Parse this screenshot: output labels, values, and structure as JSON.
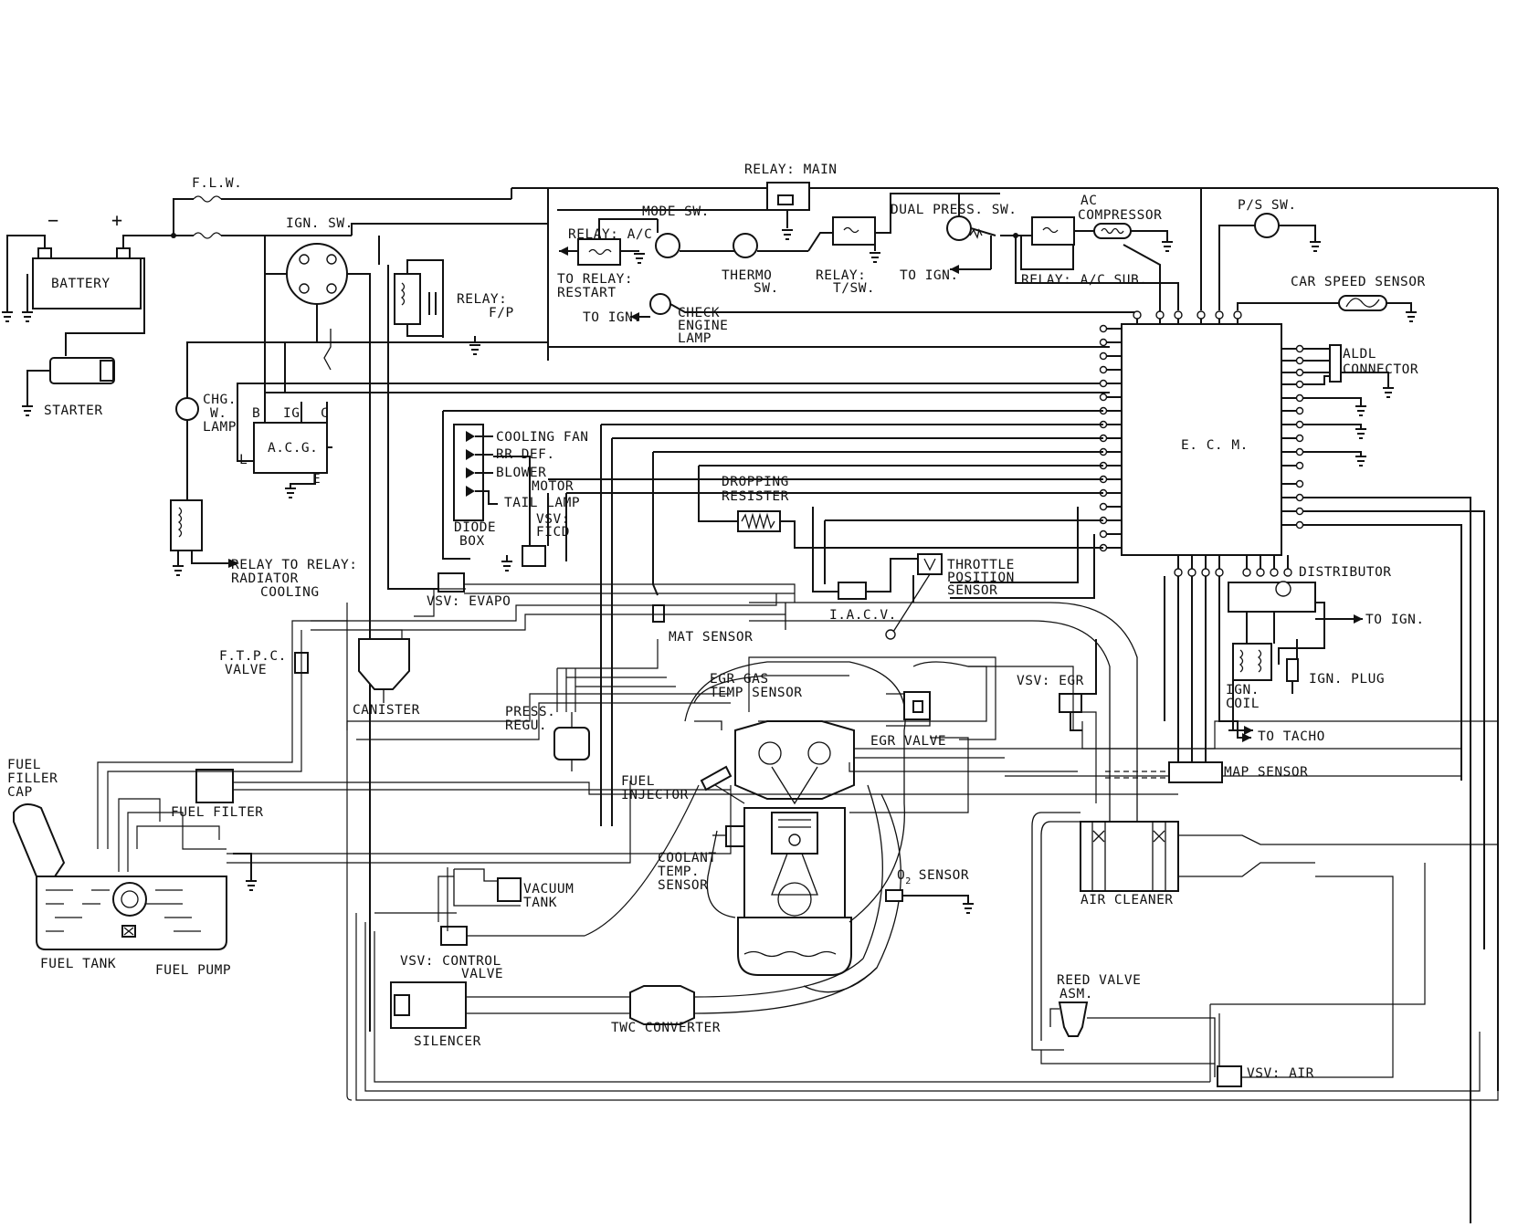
{
  "labels": {
    "battery": "BATTERY",
    "minus": "−",
    "plus": "+",
    "starter": "STARTER",
    "flw": "F.L.W.",
    "ign_sw": "IGN. SW.",
    "relay_main": "RELAY: MAIN",
    "mode_sw": "MODE SW.",
    "dual_press_sw": "DUAL PRESS. SW.",
    "ac_compressor_1": "AC",
    "ac_compressor_2": "COMPRESSOR",
    "ps_sw": "P/S SW.",
    "relay_ac": "RELAY: A/C",
    "to_relay_restart_1": "TO RELAY:",
    "to_relay_restart_2": "RESTART",
    "thermo_sw_1": "THERMO",
    "thermo_sw_2": "SW.",
    "relay_tsw_1": "RELAY:",
    "relay_tsw_2": "T/SW.",
    "to_ign_1": "TO IGN.",
    "relay_ac_sub": "RELAY: A/C SUB.",
    "car_speed_sensor": "CAR SPEED SENSOR",
    "relay_fp_1": "RELAY:",
    "relay_fp_2": "F/P",
    "to_ign_2": "TO IGN.",
    "check_engine_lamp_1": "CHECK",
    "check_engine_lamp_2": "ENGINE",
    "check_engine_lamp_3": "LAMP",
    "aldl_connector_1": "ALDL",
    "aldl_connector_2": "CONNECTOR",
    "chg_w_lamp_1": "CHG.",
    "chg_w_lamp_2": "W.",
    "chg_w_lamp_3": "LAMP",
    "acg": "A.C.G.",
    "term_b": "B",
    "term_ig": "IG",
    "term_c": "C",
    "term_l": "L",
    "term_e": "E",
    "cooling_fan": "COOLING FAN",
    "rr_def": "RR DEF.",
    "blower_motor_1": "BLOWER",
    "blower_motor_2": "MOTOR",
    "tail_lamp": "TAIL LAMP",
    "ecm": "E. C. M.",
    "dropping_resister_1": "DROPPING",
    "dropping_resister_2": "RESISTER",
    "diode_box_1": "DIODE",
    "diode_box_2": "BOX",
    "vsv_ficd_1": "VSV:",
    "vsv_ficd_2": "FICD",
    "relay_radiator_1": "RELAY TO RELAY:",
    "relay_radiator_2": "RADIATOR",
    "relay_radiator_3": "COOLING",
    "throttle_sensor_1": "THROTTLE",
    "throttle_sensor_2": "POSITION",
    "throttle_sensor_3": "SENSOR",
    "distributor": "DISTRIBUTOR",
    "to_ign_3": "TO IGN.",
    "vsv_evapo": "VSV: EVAPO",
    "iacv": "I.A.C.V.",
    "mat_sensor": "MAT SENSOR",
    "ftpc_valve_1": "F.T.P.C.",
    "ftpc_valve_2": "VALVE",
    "canister": "CANISTER",
    "egr_gas_temp_1": "EGR GAS",
    "egr_gas_temp_2": "TEMP SENSOR",
    "vsv_egr": "VSV: EGR",
    "ign_coil_1": "IGN.",
    "ign_coil_2": "COIL",
    "ign_plug": "IGN. PLUG",
    "press_regu_1": "PRESS.",
    "press_regu_2": "REGU.",
    "egr_valve": "EGR VALVE",
    "to_tacho": "TO TACHO",
    "fuel_filler_cap_1": "FUEL",
    "fuel_filler_cap_2": "FILLER",
    "fuel_filler_cap_3": "CAP",
    "fuel_injector_1": "FUEL",
    "fuel_injector_2": "INJECTOR",
    "map_sensor": "MAP SENSOR",
    "fuel_filter": "FUEL FILTER",
    "coolant_temp_sensor_1": "COOLANT",
    "coolant_temp_sensor_2": "TEMP.",
    "coolant_temp_sensor_3": "SENSOR",
    "o2_sensor_o": "O",
    "o2_sensor_sub": "2",
    "o2_sensor_rest": "SENSOR",
    "vacuum_tank_1": "VACUUM",
    "vacuum_tank_2": "TANK",
    "air_cleaner": "AIR CLEANER",
    "fuel_tank": "FUEL TANK",
    "fuel_pump": "FUEL PUMP",
    "vsv_control_valve_1": "VSV: CONTROL",
    "vsv_control_valve_2": "VALVE",
    "reed_valve_1": "REED VALVE",
    "reed_valve_2": "ASM.",
    "twc_converter": "TWC CONVERTER",
    "silencer": "SILENCER",
    "vsv_air": "VSV: AIR"
  }
}
